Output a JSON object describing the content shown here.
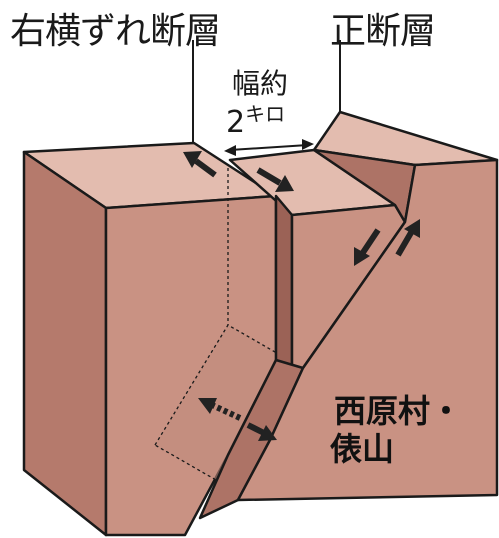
{
  "labels": {
    "strike_slip_fault": "右横ずれ断層",
    "normal_fault": "正断層",
    "width_label": "幅約",
    "width_value": "2",
    "width_unit": "キロ",
    "place_line1": "西原村・",
    "place_line2": "俵山"
  },
  "colors": {
    "face_front": "#c99283",
    "face_top": "#e3bcaf",
    "face_side": "#ad7366",
    "face_dark": "#9b6256",
    "outline": "#1a1a1a",
    "arrow": "#222222"
  }
}
